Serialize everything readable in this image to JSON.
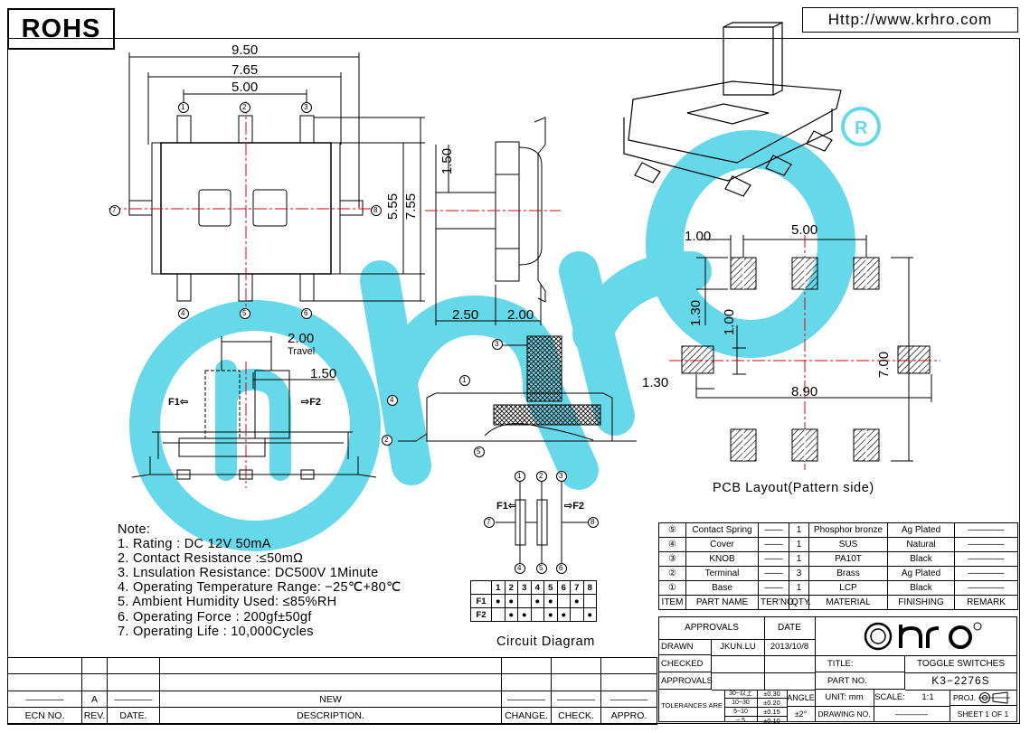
{
  "header": {
    "rohs": "ROHS",
    "url": "Http://www.krhro.com"
  },
  "colors": {
    "watermark": "#3fd0e4",
    "line": "#000000",
    "centerline": "#e0000f"
  },
  "dims": {
    "top_950": "9.50",
    "top_765": "7.65",
    "top_500": "5.00",
    "v_555": "5.55",
    "v_755": "7.55",
    "side_150": "1.50",
    "side_250": "2.50",
    "side_200": "2.00",
    "travel_val": "2.00",
    "travel_label": "Travel",
    "knob_150": "1.50",
    "pcb_100": "1.00",
    "pcb_500": "5.00",
    "pcb_130v": "1.30",
    "pcb_100v": "1.00",
    "pcb_700": "7.00",
    "pcb_130h": "1.30",
    "pcb_890": "8.90"
  },
  "pins": {
    "p1": "1",
    "p2": "2",
    "p3": "3",
    "p4": "4",
    "p5": "5",
    "p6": "6",
    "p7": "7",
    "p8": "8"
  },
  "labels": {
    "f1": "F1⇦",
    "f2": "⇨F2",
    "pcb_caption": "PCB Layout(Pattern side)",
    "circuit_caption": "Circuit Diagram"
  },
  "notes": {
    "title": "Note:",
    "items": [
      "1. Rating : DC 12V 50mA",
      "2. Contact Resistance :≤50mΩ",
      "3. Lnsulation Resistance: DC500V 1Minute",
      "4. Operating Temperature Range: −25℃+80℃",
      "5. Ambient Humidity Used: ≤85%RH",
      "6. Operating Force : 200gf±50gf",
      "7. Operating Life : 10,000Cycles"
    ]
  },
  "circuit_table": {
    "header": [
      "",
      "1",
      "2",
      "3",
      "4",
      "5",
      "6",
      "7",
      "8"
    ],
    "rows": [
      [
        "F1",
        "●",
        "●",
        "",
        "●",
        "●",
        "",
        "●",
        ""
      ],
      [
        "F2",
        "",
        "●",
        "●",
        "",
        "●",
        "●",
        "",
        "●"
      ]
    ]
  },
  "bom": {
    "rows": [
      {
        "item": "⑤",
        "name": "Contact Spring",
        "ter": "——",
        "qty": "1",
        "material": "Phosphor bronze",
        "finishing": "Ag Plated",
        "remark": "————"
      },
      {
        "item": "④",
        "name": "Cover",
        "ter": "——",
        "qty": "1",
        "material": "SUS",
        "finishing": "Natural",
        "remark": "————"
      },
      {
        "item": "③",
        "name": "KNOB",
        "ter": "——",
        "qty": "1",
        "material": "PA10T",
        "finishing": "Black",
        "remark": "————"
      },
      {
        "item": "②",
        "name": "Terminal",
        "ter": "——",
        "qty": "3",
        "material": "Brass",
        "finishing": "Ag Plated",
        "remark": "————"
      },
      {
        "item": "①",
        "name": "Base",
        "ter": "——",
        "qty": "1",
        "material": "LCP",
        "finishing": "Black",
        "remark": "————"
      }
    ],
    "headers": {
      "item": "ITEM",
      "name": "PART NAME",
      "ter": "TER'NO.",
      "qty": "QTY.",
      "material": "MATERIAL",
      "finishing": "FINISHING",
      "remark": "REMARK"
    }
  },
  "title_block": {
    "approvals": "APPROVALS",
    "date": "DATE",
    "drawn": "DRAWN",
    "drawn_by": "JKUN.LU",
    "drawn_date": "2013/10/8",
    "checked": "CHECKED",
    "approvals2": "APPROVALS",
    "title_label": "TITLE:",
    "title": "TOGGLE SWITCHES",
    "part_label": "PART NO.",
    "part_no": "K3−2276S",
    "tol_label": "TOLERANCES ARE",
    "tol_ranges": [
      "30~以上",
      "10~30",
      "5~10",
      "~ 5"
    ],
    "tol_values": [
      "±0.30",
      "±0.20",
      "±0.15",
      "±0.10"
    ],
    "angle_label": "ANGLE",
    "angle_value": "±2°",
    "unit": "UNIT: mm",
    "scale": "SCALE:",
    "scale_value": "1:1",
    "proj": "PROJ.",
    "drawing_no": "DRAWING NO.",
    "drawing_no_value": "————",
    "sheet": "SHEET  1  OF  1",
    "logo_text": "hro"
  },
  "revision": {
    "row1": {
      "ecn": "————",
      "rev": "A",
      "date": "————",
      "desc": "NEW",
      "change": "————",
      "check": "————",
      "appro": "————"
    },
    "headers": {
      "ecn": "ECN NO.",
      "rev": "REV.",
      "date": "DATE.",
      "desc": "DESCRIPTION.",
      "change": "CHANGE.",
      "check": "CHECK.",
      "appro": "APPRO."
    }
  }
}
